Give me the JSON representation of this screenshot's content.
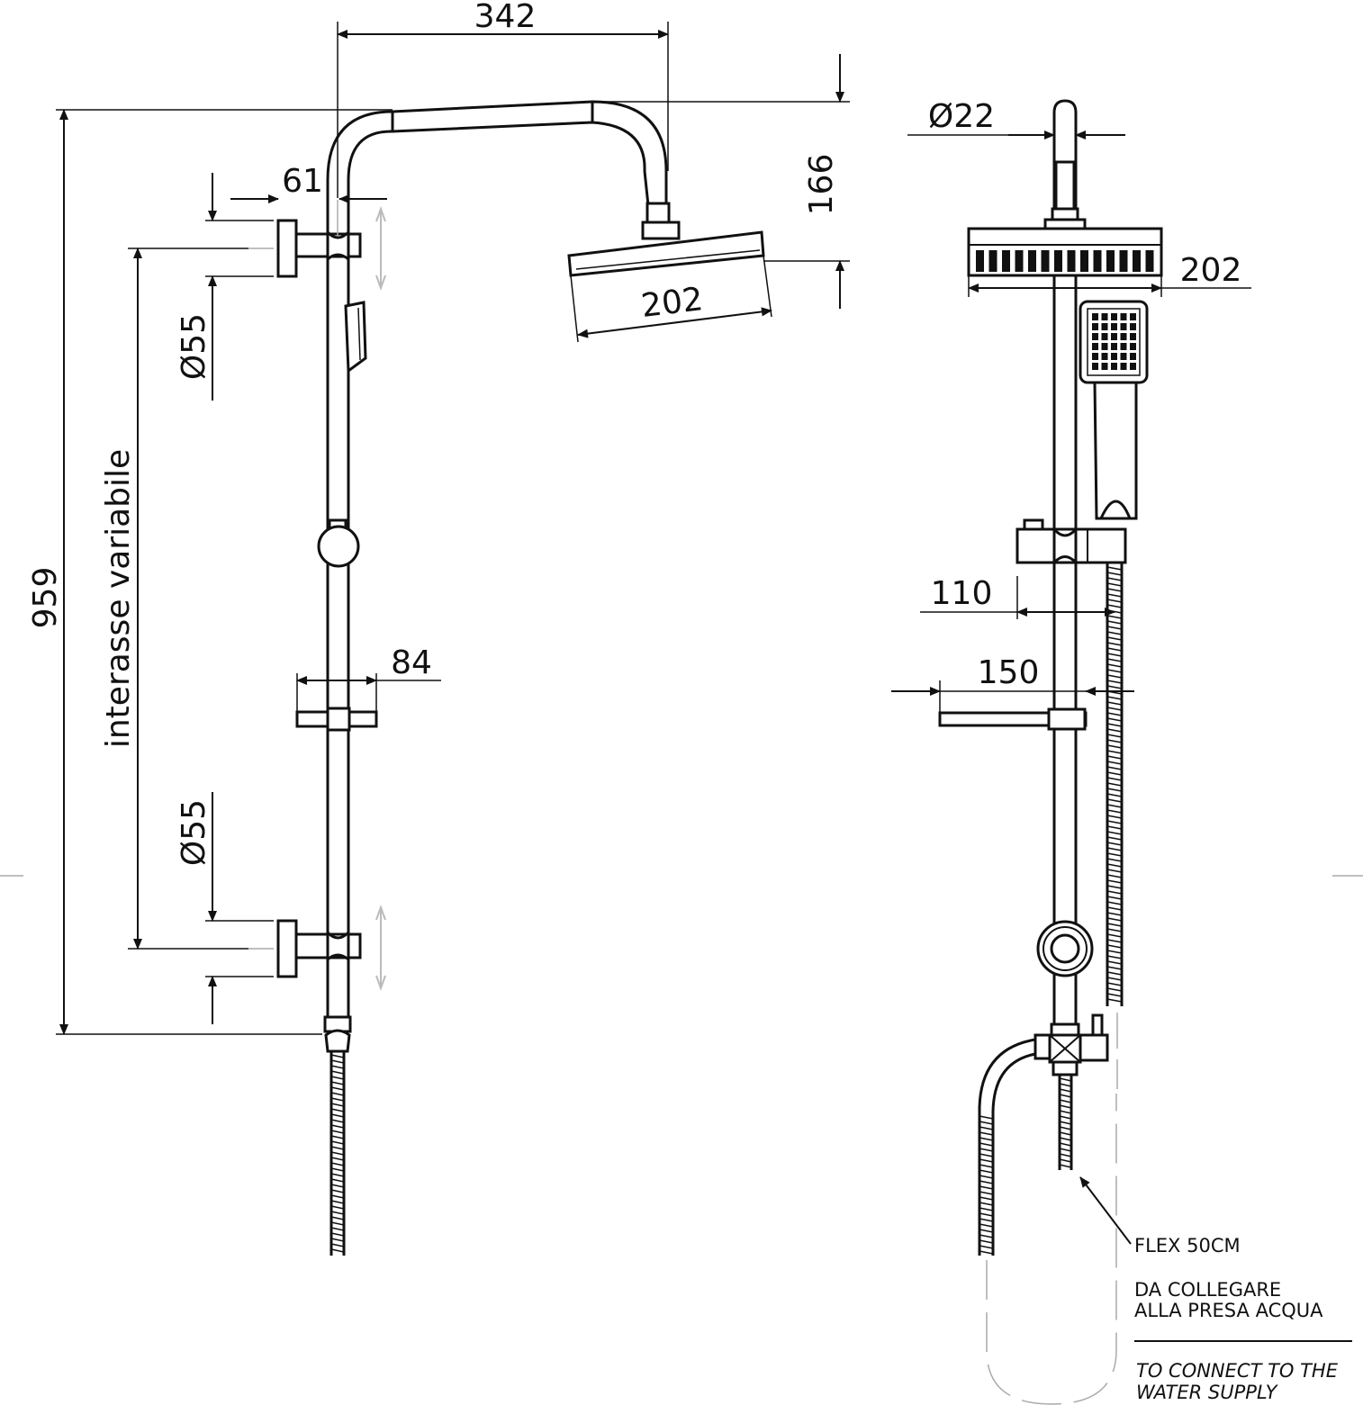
{
  "side_view": {
    "dim_width_top": "342",
    "dim_height_total": "959",
    "dim_head_drop": "166",
    "dim_offset": "61",
    "dim_head_width": "202",
    "dim_bracket_top": "Ø55",
    "dim_bracket_bottom": "Ø55",
    "dim_soap_dish": "84",
    "label_spacing": "interasse variabile"
  },
  "front_view": {
    "dim_pipe_diameter": "Ø22",
    "dim_head_width": "202",
    "dim_holder": "110",
    "dim_shelf": "150"
  },
  "notes": {
    "flex": "FLEX 50CM",
    "it_line1": "DA COLLEGARE",
    "it_line2": "ALLA PRESA ACQUA",
    "en_line1": "TO CONNECT TO THE",
    "en_line2": "WATER SUPPLY"
  },
  "colors": {
    "line": "#111111",
    "ghost": "#bbbbbb"
  }
}
